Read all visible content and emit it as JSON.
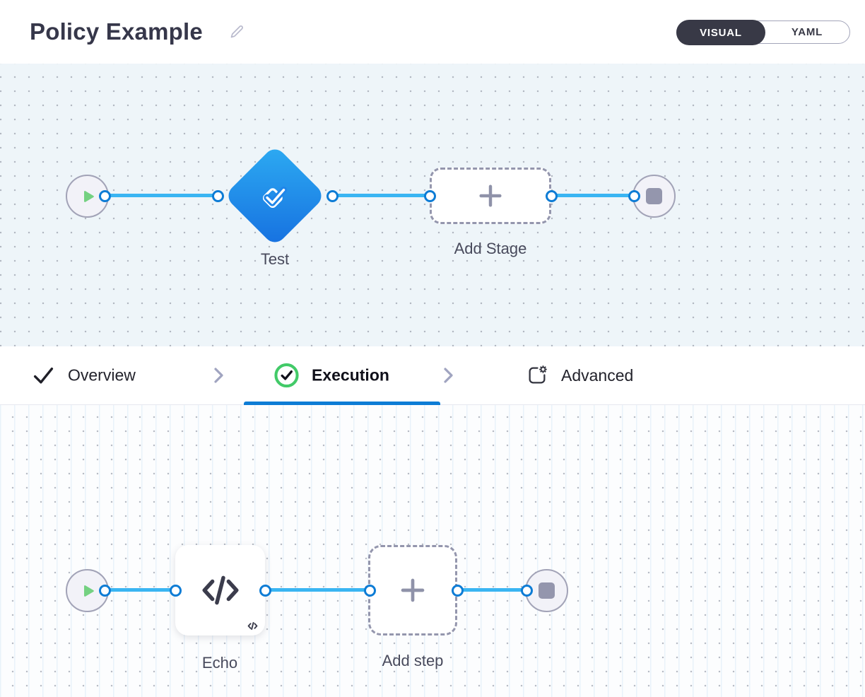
{
  "header": {
    "title": "Policy Example",
    "edit_icon": "pencil-icon",
    "view_toggle": {
      "selected": "VISUAL",
      "visual_label": "VISUAL",
      "yaml_label": "YAML"
    }
  },
  "stage_pipeline": {
    "nodes": [
      {
        "type": "start",
        "icon": "play-icon"
      },
      {
        "type": "stage",
        "kind": "approval",
        "label": "Test",
        "icon": "approval-check-icon"
      },
      {
        "type": "add-stage",
        "label": "Add Stage",
        "icon": "plus-icon"
      },
      {
        "type": "end",
        "icon": "stop-icon"
      }
    ]
  },
  "tabs": {
    "items": [
      {
        "label": "Overview",
        "icon": "check-icon",
        "active": false
      },
      {
        "label": "Execution",
        "icon": "check-circle-icon",
        "active": true
      },
      {
        "label": "Advanced",
        "icon": "advanced-settings-icon",
        "active": false
      }
    ]
  },
  "step_pipeline": {
    "nodes": [
      {
        "type": "start",
        "icon": "play-icon"
      },
      {
        "type": "step",
        "label": "Echo",
        "icon": "code-icon"
      },
      {
        "type": "add-step",
        "label": "Add step",
        "icon": "plus-icon"
      },
      {
        "type": "end",
        "icon": "stop-icon"
      }
    ]
  },
  "colors": {
    "accent_blue": "#0d7cd5",
    "connector_blue": "#3ab5f2",
    "stage_gradient_top": "#2dabf2",
    "stage_gradient_bottom": "#1670e0",
    "success_green": "#42ca68",
    "play_green": "#74d181",
    "dark_text": "#383946",
    "muted_gray": "#9496ad"
  }
}
